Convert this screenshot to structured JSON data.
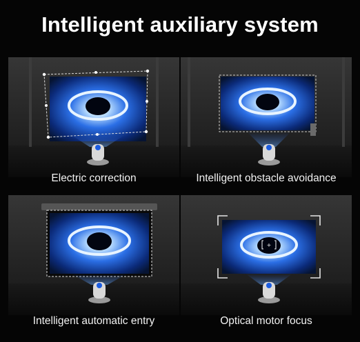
{
  "title": "Intelligent auxiliary system",
  "panels": [
    {
      "caption": "Electric correction",
      "scene": "projection-with-keystone-correction"
    },
    {
      "caption": "Intelligent obstacle avoidance",
      "scene": "projection-avoiding-obstacle"
    },
    {
      "caption": "Intelligent automatic entry",
      "scene": "projection-fitting-screen-frame"
    },
    {
      "caption": "Optical motor focus",
      "scene": "projection-with-focus-bracket"
    }
  ],
  "colors": {
    "background": "#050505",
    "room_wall": "#2b2b2b",
    "room_floor": "#141414",
    "projection_blue": "#1b5ce0",
    "text": "#ffffff"
  }
}
